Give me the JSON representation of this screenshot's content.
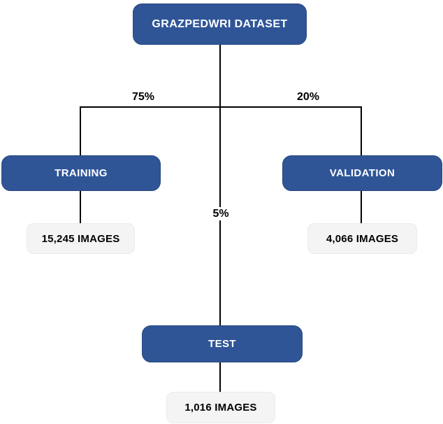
{
  "figure": {
    "root": {
      "label": "GRAZPEDWRI DATASET"
    },
    "branches": [
      {
        "percent_label": "75%",
        "node_label": "TRAINING",
        "count_label": "15,245 IMAGES"
      },
      {
        "percent_label": "20%",
        "node_label": "VALIDATION",
        "count_label": "4,066 IMAGES"
      },
      {
        "percent_label": "5%",
        "node_label": "TEST",
        "count_label": "1,016 IMAGES"
      }
    ],
    "colors": {
      "node_fill": "#2F5597",
      "node_border": "#28497F",
      "node_text": "#FFFFFF",
      "count_fill": "#F4F4F4",
      "count_border": "#EBEBEB",
      "count_text": "#000000",
      "connector": "#000000",
      "background": "#FFFFFF"
    }
  }
}
